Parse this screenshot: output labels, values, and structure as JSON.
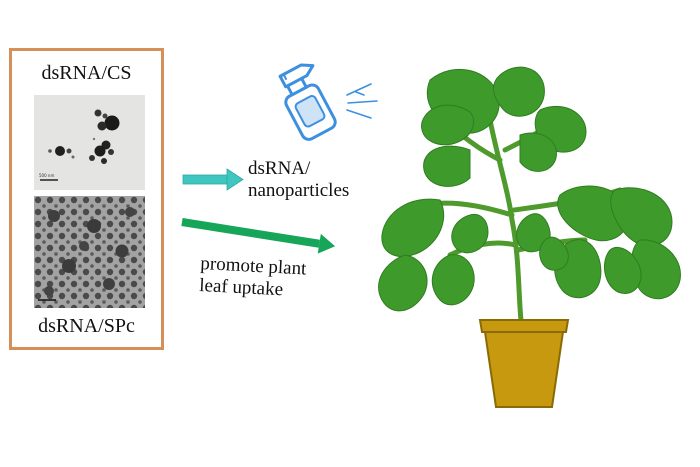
{
  "left_panel": {
    "top_label": "dsRNA/CS",
    "bottom_label": "dsRNA/SPc",
    "scale_bar_text": "500 nm"
  },
  "center": {
    "nanoparticles_label_line1": "dsRNA/",
    "nanoparticles_label_line2": "nanoparticles",
    "uptake_label_line1": "promote plant",
    "uptake_label_line2": "leaf uptake"
  },
  "colors": {
    "frame_border": "#d4905a",
    "arrow_teal": "#3fc6c0",
    "arrow_green": "#17a55a",
    "pot": "#c7990f",
    "leaf": "#3f9a2c",
    "spray_bottle": "#3d8fe0"
  },
  "icons": {
    "spray": "spray-bottle-icon",
    "plant": "tomato-plant-icon"
  }
}
